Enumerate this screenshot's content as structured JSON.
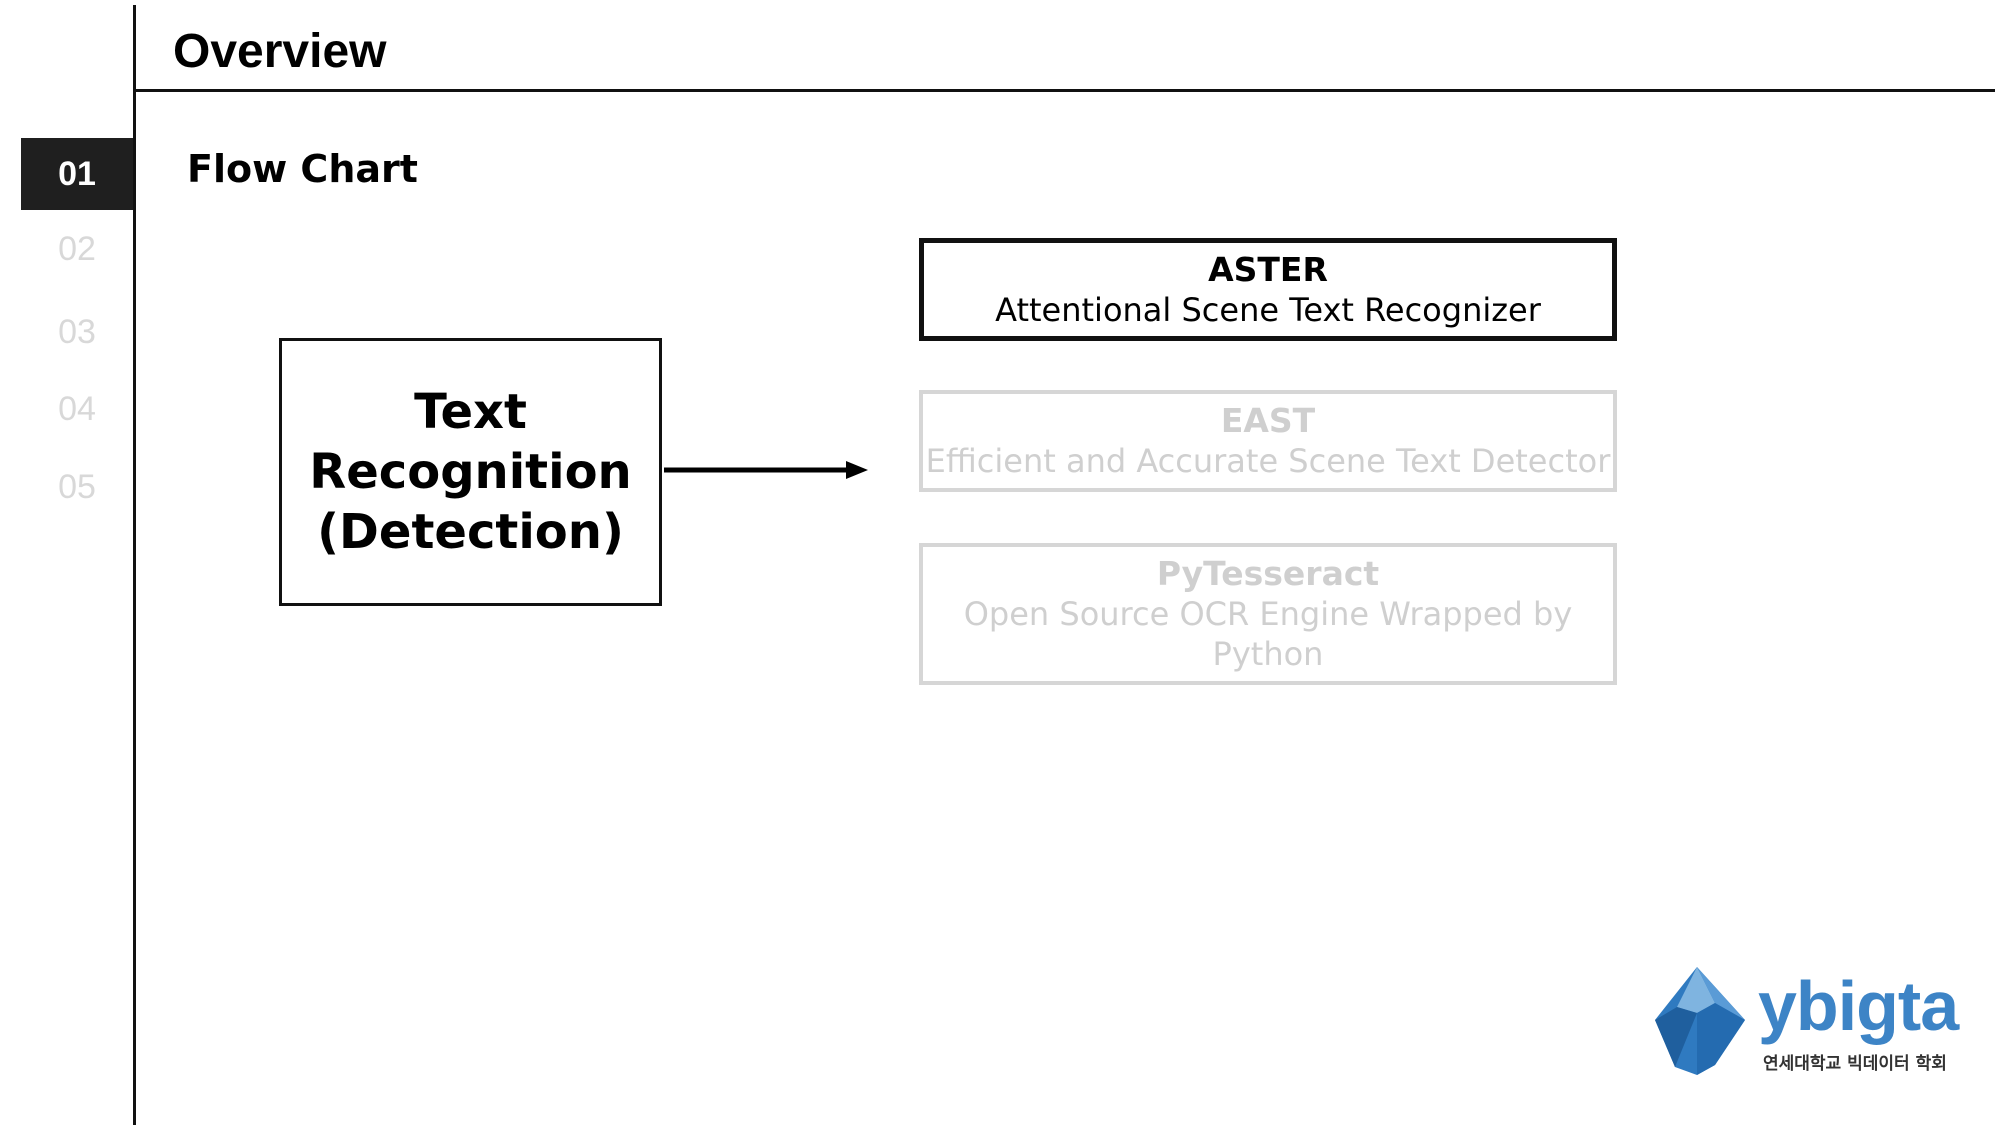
{
  "header": {
    "title": "Overview"
  },
  "section": {
    "title": "Flow Chart"
  },
  "nav": {
    "items": [
      {
        "label": "01",
        "active": true
      },
      {
        "label": "02",
        "active": false
      },
      {
        "label": "03",
        "active": false
      },
      {
        "label": "04",
        "active": false
      },
      {
        "label": "05",
        "active": false
      }
    ]
  },
  "diagram": {
    "source": {
      "label": "Text\nRecognition\n(Detection)"
    },
    "options": [
      {
        "title": "ASTER",
        "desc": "Attentional Scene Text Recognizer",
        "state": "selected"
      },
      {
        "title": "EAST",
        "desc": "Efficient and Accurate Scene Text Detector",
        "state": "faded"
      },
      {
        "title": "PyTesseract",
        "desc": "Open Source OCR Engine Wrapped by\nPython",
        "state": "faded"
      }
    ]
  },
  "logo": {
    "word": "ybigta",
    "subtitle": "연세대학교 빅데이터 학회"
  },
  "colors": {
    "accent": "#3d84c6",
    "faded": "#cfcfcf",
    "nav_active_bg": "#1f1f1f"
  }
}
